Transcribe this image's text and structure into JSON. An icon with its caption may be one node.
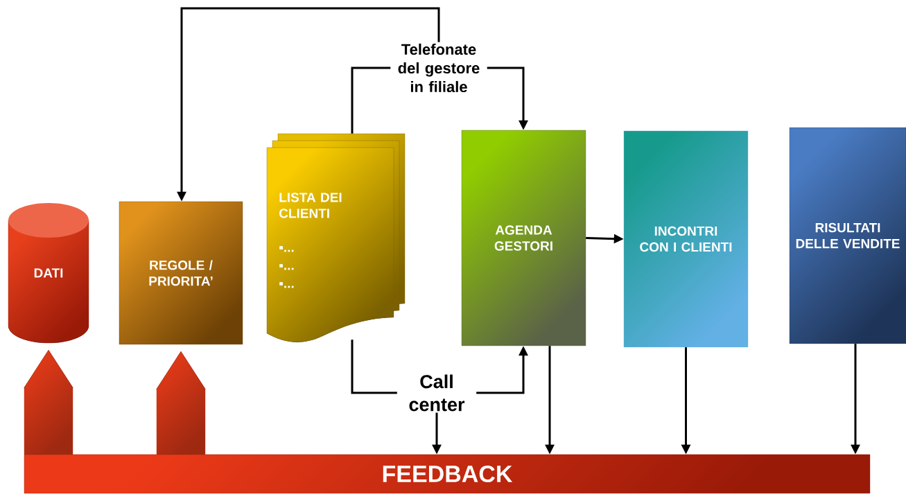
{
  "diagram": {
    "nodes": [
      {
        "text": [
          "DATI"
        ]
      },
      {
        "text": [
          "REGOLE / PRIORITA’"
        ]
      },
      {
        "text": [
          "LISTA DEI CLIENTI",
          "▪...",
          "▪...",
          "▪..."
        ]
      },
      {
        "text": [
          "Telefonate del gestore in filiale"
        ]
      },
      {
        "text": [
          "AGENDA GESTORI"
        ]
      },
      {
        "text": [
          "INCONTRI CON I CLIENTI"
        ]
      },
      {
        "text": [
          "RISULTATI DELLE VENDITE"
        ]
      },
      {
        "text": [
          "Call center"
        ]
      },
      {
        "text": [
          "FEEDBACK"
        ]
      }
    ],
    "edges": [
      {
        "from": 2,
        "to": 3,
        "arrow": "none"
      },
      {
        "from": 3,
        "to": 4,
        "arrow": "to"
      },
      {
        "from": 3,
        "to": 1,
        "arrow": "to"
      },
      {
        "from": 2,
        "to": 7,
        "arrow": "none"
      },
      {
        "from": 7,
        "to": 4,
        "arrow": "to"
      },
      {
        "from": 7,
        "to": 8,
        "arrow": "to"
      },
      {
        "from": 4,
        "to": 8,
        "arrow": "to"
      },
      {
        "from": 5,
        "to": 8,
        "arrow": "to"
      },
      {
        "from": 6,
        "to": 8,
        "arrow": "to"
      },
      {
        "from": 4,
        "to": 5,
        "arrow": "to"
      },
      {
        "from": 8,
        "to": 0,
        "arrow": "to",
        "style": "thick",
        "color": "#e23a18"
      },
      {
        "from": 8,
        "to": 1,
        "arrow": "to",
        "style": "thick",
        "color": "#e23a18"
      }
    ]
  }
}
